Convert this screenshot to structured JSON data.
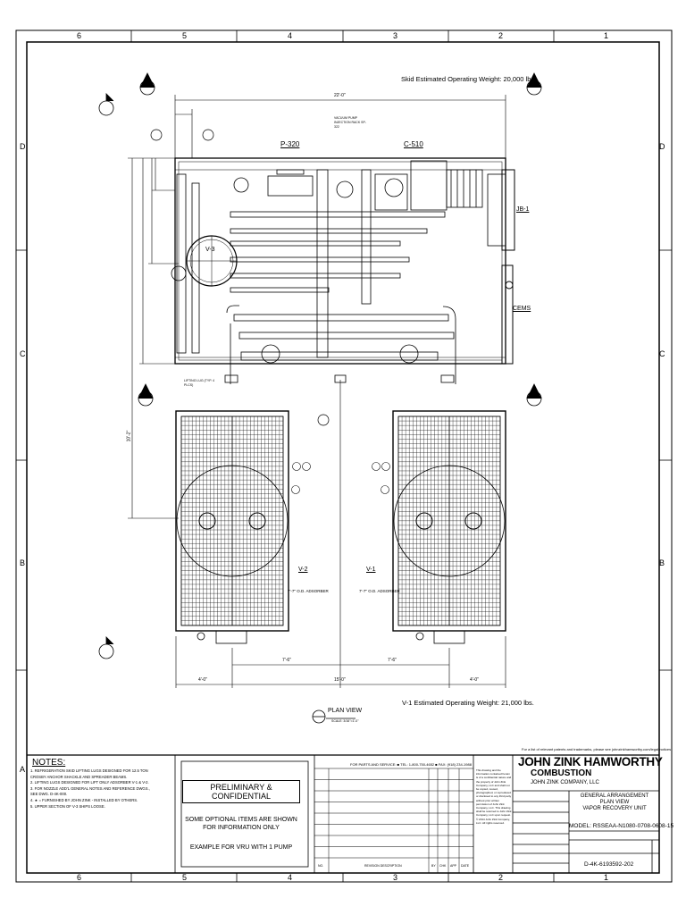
{
  "grid": {
    "columns": [
      "6",
      "5",
      "4",
      "3",
      "2",
      "1"
    ],
    "rows": [
      "D",
      "C",
      "B",
      "A"
    ]
  },
  "weights": {
    "skid": "Skid Estimated Operating Weight: 20,000 lbs.",
    "v1": "V-1 Estimated Operating Weight: 21,000 lbs."
  },
  "equipment": {
    "p320": "P-320",
    "c510": "C-510",
    "v3": "V-3",
    "jb1": "JB-1",
    "cems": "CEMS",
    "v2": "V-2",
    "v1": "V-1",
    "v2_desc": "7'-7\" O.D. ADSORBER",
    "v1_desc": "7'-7\" O.D. ADSORBER",
    "pump_note": "VACUUM PUMP INJECTION RACK SP-322",
    "lifting_lug": "LIFTING LUG (TYP. 4 PLCS)"
  },
  "dimensions": {
    "overall": "22'-0\"",
    "d1": "4'-0\"",
    "d2": "7'-6\"",
    "d3": "7'-6\"",
    "d4": "4'-0\"",
    "center": "15'-0\"",
    "h1": "10'-2\""
  },
  "plan_view": {
    "label": "PLAN VIEW",
    "scale": "SCALE: 3/16\"=1'-0\""
  },
  "patent_notice": "For a list of relevant patents and trademarks, please see johnzinkhamworthy.com/legal-notices",
  "parts_note": "FOR PARTS AND SERVICE: ■ TEL: 1-800-750-4652 ■ FAX: (918) 234-1988",
  "confidential_text": "This drawing and the information contained herein is of a confidential nature and the property of John Zink Company, LLC and shall not be copied, reused, photographed, or reproduced or disclosed to any third party without prior written permission of John Zink Company, LLC. This drawing shall be returned to John Zink Company, LLC upon request. © 2014 John Zink Company, LLC. All rights reserved.",
  "notes": {
    "title": "NOTES:",
    "items": [
      "1.  REFRIGERATION SKID LIFTING LUGS DESIGNED FOR 12.5 TON",
      "    CROSBY ANCHOR SHACKLE AND SPREADER BEAMS.",
      "2.  LIFTING LUGS DESIGNED FOR LIFT ONLY ADSORBER V-1 & V-2.",
      "3.  FOR NOZZLE ADD'L GENERAL NOTES AND REFERENCE DWGS.,",
      "    SEE DWG. D-4K-000.",
      "4.  ★ = FURNISHED BY JOHN ZINK - INSTALLED BY OTHERS.",
      "5.  UPPER SECTION OF V-3 SHIPS LOOSE."
    ]
  },
  "preliminary": {
    "title": "PRELIMINARY & CONFIDENTIAL",
    "line1": "SOME OPTIONAL ITEMS ARE SHOWN",
    "line2": "FOR INFORMATION ONLY",
    "line3": "EXAMPLE FOR VRU WITH 1 PUMP"
  },
  "revision_header": {
    "no": "NO.",
    "desc": "REVISION DESCRIPTION",
    "by": "BY",
    "chk": "CHK",
    "app": "APP",
    "date": "DATE"
  },
  "company": {
    "logo": "JOHN ZINK HAMWORTHY",
    "sub": "COMBUSTION",
    "name": "JOHN ZINK COMPANY, LLC"
  },
  "title_block": {
    "l1": "GENERAL ARRANGEMENT",
    "l2": "PLAN VIEW",
    "l3": "VAPOR RECOVERY UNIT",
    "model": "MODEL: RSSEAA-N1080-0708-0608-15",
    "drawing_no": "D-4K-6193592-202"
  }
}
